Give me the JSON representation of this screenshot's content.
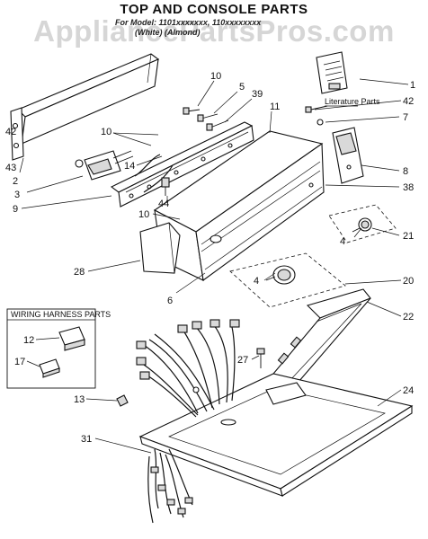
{
  "diagram": {
    "title": "TOP AND CONSOLE PARTS",
    "subtitle_line1": "For Model: 1101xxxxxxx, 110xxxxxxxx",
    "subtitle_line2": "(White)                 (Almond)",
    "watermark": "AppliancePartsPros.com",
    "literature_label": "Literature Parts",
    "wiring_harness_label": "WIRING HARNESS PARTS",
    "part_numbers": {
      "p1": "1",
      "p2": "2",
      "p3": "3",
      "p4a": "4",
      "p4b": "4",
      "p5": "5",
      "p6": "6",
      "p7": "7",
      "p8": "8",
      "p9": "9",
      "p10a": "10",
      "p10b": "10",
      "p10c": "10",
      "p11": "11",
      "p12": "12",
      "p13": "13",
      "p14": "14",
      "p17": "17",
      "p20": "20",
      "p21": "21",
      "p22": "22",
      "p24": "24",
      "p27": "27",
      "p28": "28",
      "p31": "31",
      "p38": "38",
      "p39": "39",
      "p42a": "42",
      "p42b": "42",
      "p43": "43",
      "p44": "44"
    }
  }
}
